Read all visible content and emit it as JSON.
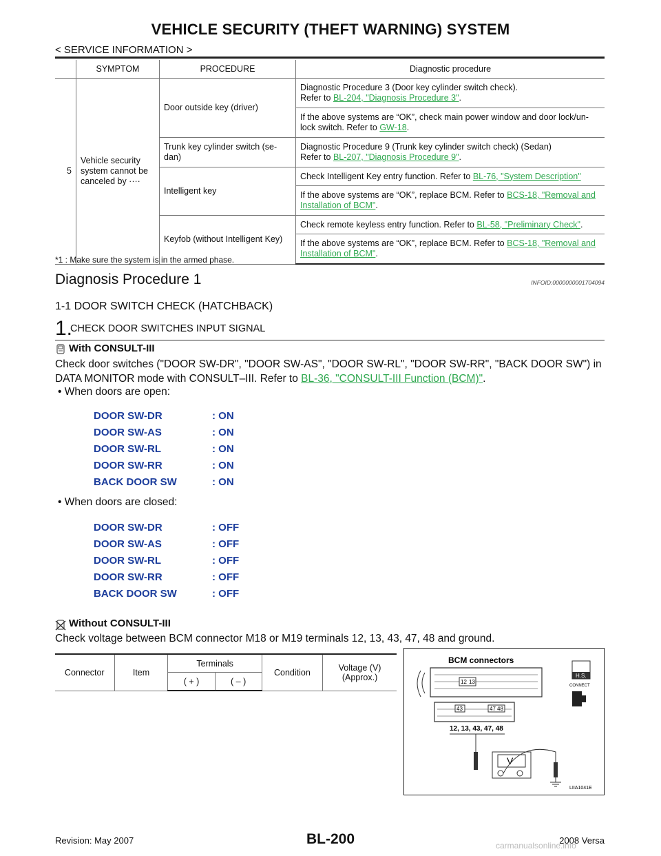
{
  "header": {
    "title": "VEHICLE SECURITY (THEFT WARNING) SYSTEM",
    "subtitle": "< SERVICE INFORMATION >"
  },
  "symptom_table": {
    "headers": [
      "",
      "SYMPTOM",
      "PROCEDURE",
      "Diagnostic procedure"
    ],
    "row_number": "5",
    "symptom": "Vehicle security system cannot be canceled by ····",
    "rows": [
      {
        "procedure": "Door outside key (driver)",
        "diag": [
          {
            "text": "Diagnostic Procedure 3 (Door key cylinder switch check).",
            "line2": "Refer to ",
            "link": "BL-204, \"Diagnosis Procedure 3\"",
            "tail": "."
          },
          {
            "text": "If the above systems are “OK”, check main power window and door lock/un-",
            "line2": "lock switch. Refer to ",
            "link": "GW-18",
            "tail": "."
          }
        ]
      },
      {
        "procedure": "Trunk key cylinder switch (se-dan)",
        "diag": [
          {
            "text": "Diagnostic Procedure 9 (Trunk key cylinder switch check) (Sedan)",
            "line2": "Refer to ",
            "link": "BL-207, \"Diagnosis Procedure 9\"",
            "tail": "."
          }
        ]
      },
      {
        "procedure": "Intelligent key",
        "diag": [
          {
            "text": "",
            "line2": "Check Intelligent Key entry function. Refer to ",
            "link": "BL-76, \"System Description\"",
            "tail": ""
          },
          {
            "text": "",
            "line2": "If the above systems are “OK”, replace BCM. Refer to ",
            "link": "BCS-18, \"Removal and Installation of BCM\"",
            "tail": "."
          }
        ]
      },
      {
        "procedure": "Keyfob (without Intelligent Key)",
        "diag": [
          {
            "text": "",
            "line2": "Check remote keyless entry function. Refer to ",
            "link": "BL-58, \"Preliminary Check\"",
            "tail": "."
          },
          {
            "text": "",
            "line2": "If the above systems are “OK”, replace BCM. Refer to ",
            "link": "BCS-18, \"Removal and Installation of BCM\"",
            "tail": "."
          }
        ]
      }
    ],
    "footnote": "*1 : Make sure the system is in the armed phase."
  },
  "section": {
    "title": "Diagnosis Procedure 1",
    "infoid": "INFOID:0000000001704094",
    "subsection": "1-1 DOOR SWITCH CHECK (HATCHBACK)",
    "step_number": "1.",
    "step_title": "CHECK DOOR SWITCHES INPUT SIGNAL",
    "with_label": "With CONSULT-III",
    "with_text_pre": "Check door switches (\"DOOR SW-DR\", \"DOOR SW-AS\", \"DOOR SW-RL\", \"DOOR SW-RR\", \"BACK DOOR SW\") in DATA MONITOR mode with CONSULT–III. Refer to ",
    "with_link": "BL-36, \"CONSULT-III Function (BCM)\"",
    "with_text_post": ".",
    "open_label": "When doors are open:",
    "open_signals": [
      {
        "name": "DOOR SW-DR",
        "value": ": ON"
      },
      {
        "name": "DOOR SW-AS",
        "value": ": ON"
      },
      {
        "name": "DOOR SW-RL",
        "value": ": ON"
      },
      {
        "name": "DOOR SW-RR",
        "value": ": ON"
      },
      {
        "name": "BACK DOOR SW",
        "value": ": ON"
      }
    ],
    "closed_label": "When doors are closed:",
    "closed_signals": [
      {
        "name": "DOOR SW-DR",
        "value": ": OFF"
      },
      {
        "name": "DOOR SW-AS",
        "value": ": OFF"
      },
      {
        "name": "DOOR SW-RL",
        "value": ": OFF"
      },
      {
        "name": "DOOR SW-RR",
        "value": ": OFF"
      },
      {
        "name": "BACK DOOR SW",
        "value": ": OFF"
      }
    ],
    "without_label": "Without CONSULT-III",
    "without_text": "Check voltage between BCM connector M18 or M19 terminals 12, 13, 43, 47, 48 and ground."
  },
  "voltage_table": {
    "connector": "Connector",
    "item": "Item",
    "terminals": "Terminals",
    "plus": "( + )",
    "minus": "( – )",
    "condition": "Condition",
    "voltage": "Voltage (V) (Approx.)"
  },
  "figure": {
    "title": "BCM connectors",
    "pins_top": [
      "12",
      "13"
    ],
    "pins_bottom": [
      "43",
      "47",
      "48"
    ],
    "terminals": "12, 13, 43, 47, 48",
    "meter": "V",
    "hs": "H.S.",
    "connect": "CONNECT",
    "id": "LIIA1041E"
  },
  "footer": {
    "revision": "Revision: May 2007",
    "page": "BL-200",
    "model": "2008 Versa",
    "watermark": "carmanualsonline.info"
  }
}
